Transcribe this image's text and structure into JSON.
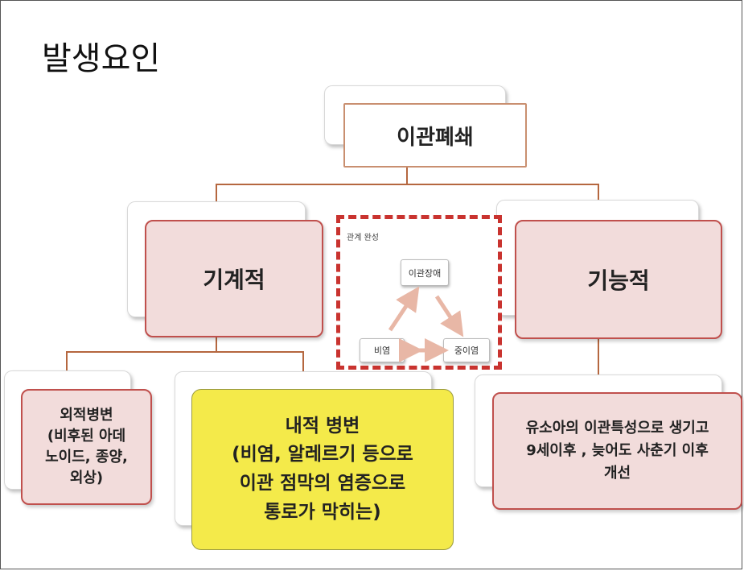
{
  "title": "발생요인",
  "root": {
    "label": "이관폐쇄"
  },
  "mechanical": {
    "label": "기계적"
  },
  "functional": {
    "label": "기능적"
  },
  "external": {
    "label": "외적병변\n(비후된 아데\n노이드, 종양,\n외상)"
  },
  "internal": {
    "label": "내적 병변\n(비염, 알레르기 등으로\n이관 점막의 염증으로\n통로가 막히는)"
  },
  "functional_detail": {
    "label": "유소아의 이관특성으로 생기고\n9세이후 , 늦어도 사춘기 이후\n개선"
  },
  "inset": {
    "caption": "관계 완성",
    "nodes": [
      "이관장애",
      "비염",
      "중이염"
    ],
    "arrow_color": "#e8b7a6"
  },
  "colors": {
    "line": "#b5673f",
    "pink_fill": "#f2dcdb",
    "yellow_fill": "#f4ea4a",
    "dash": "#c9332f"
  }
}
